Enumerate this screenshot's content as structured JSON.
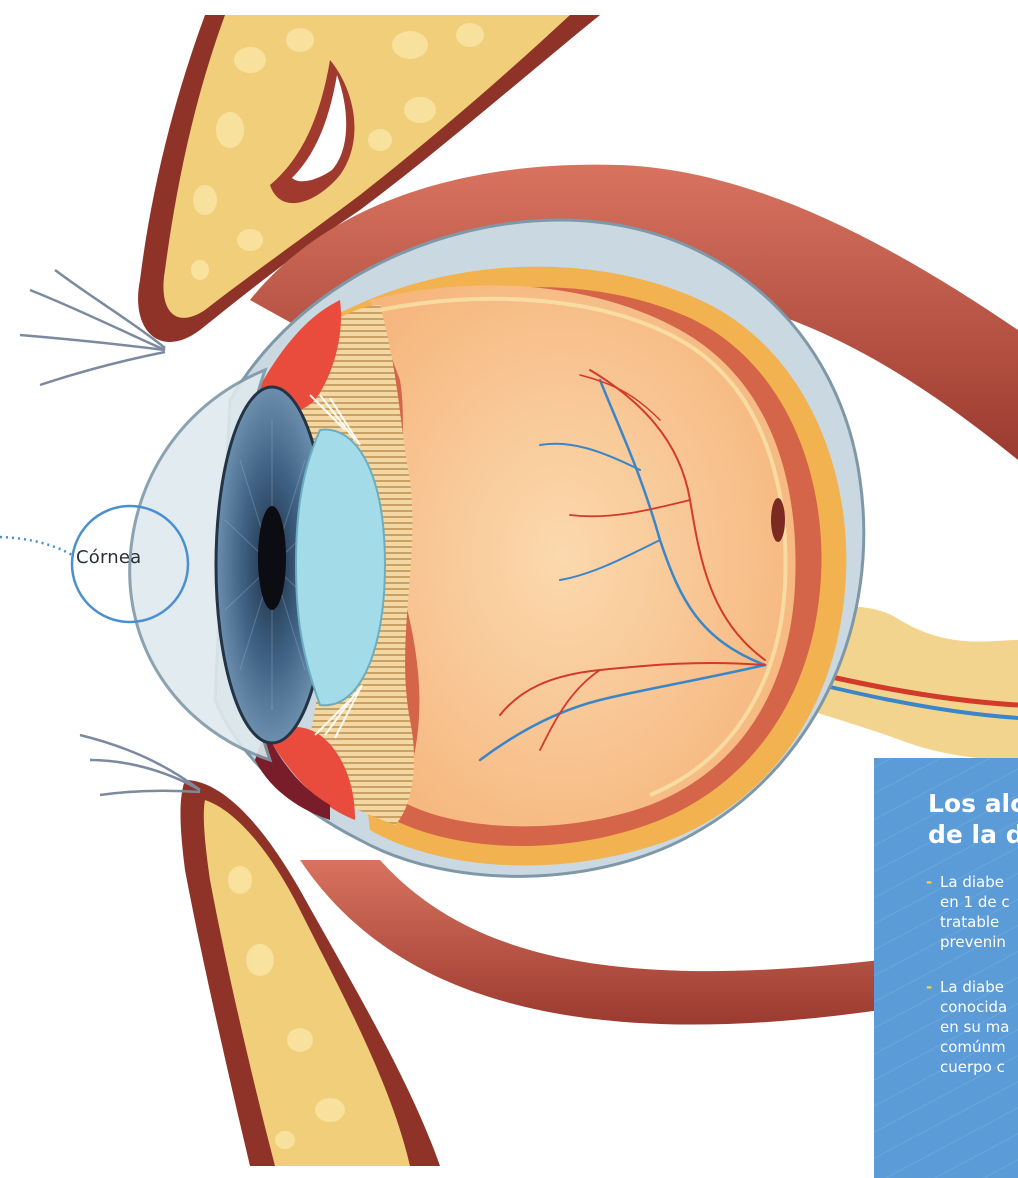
{
  "labels": {
    "cornea": "Córnea"
  },
  "info_box": {
    "title_line1": "Los alc",
    "title_line2": "de la d",
    "items": [
      {
        "marker": "-",
        "lines": [
          "La diabe",
          "en 1 de c",
          "tratable",
          "prevenin"
        ]
      },
      {
        "marker": "-",
        "lines": [
          "La diabe",
          "conocida",
          "en su ma",
          "comúnm",
          "cuerpo c"
        ]
      }
    ]
  },
  "colors": {
    "panel_blue": "#5b9bd8",
    "marker_yellow": "#ffd23a",
    "callout_blue": "#4a8fd0",
    "muscle": "#b7473a",
    "fat": "#f3cf74",
    "sclera": "#c8d8e2",
    "iris": "#3d5e80",
    "lens": "#9fd7e6",
    "vitreous": "#f8c895",
    "retina": "#e8683f"
  }
}
